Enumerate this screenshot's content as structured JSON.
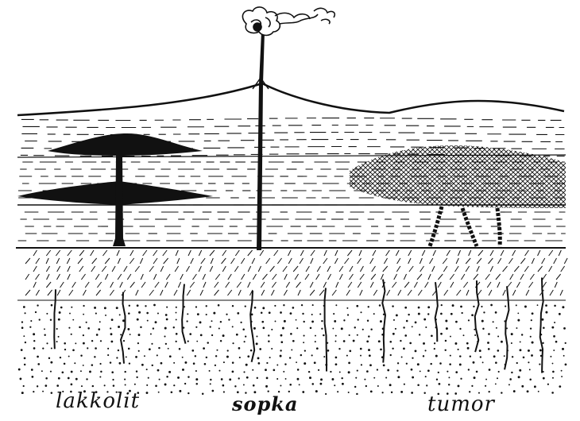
{
  "labels": {
    "lakkolit": "lakkolit",
    "sopka": "sopka",
    "tumor": "tumor"
  },
  "colors": {
    "ink": "#111111",
    "paper": "#ffffff"
  }
}
